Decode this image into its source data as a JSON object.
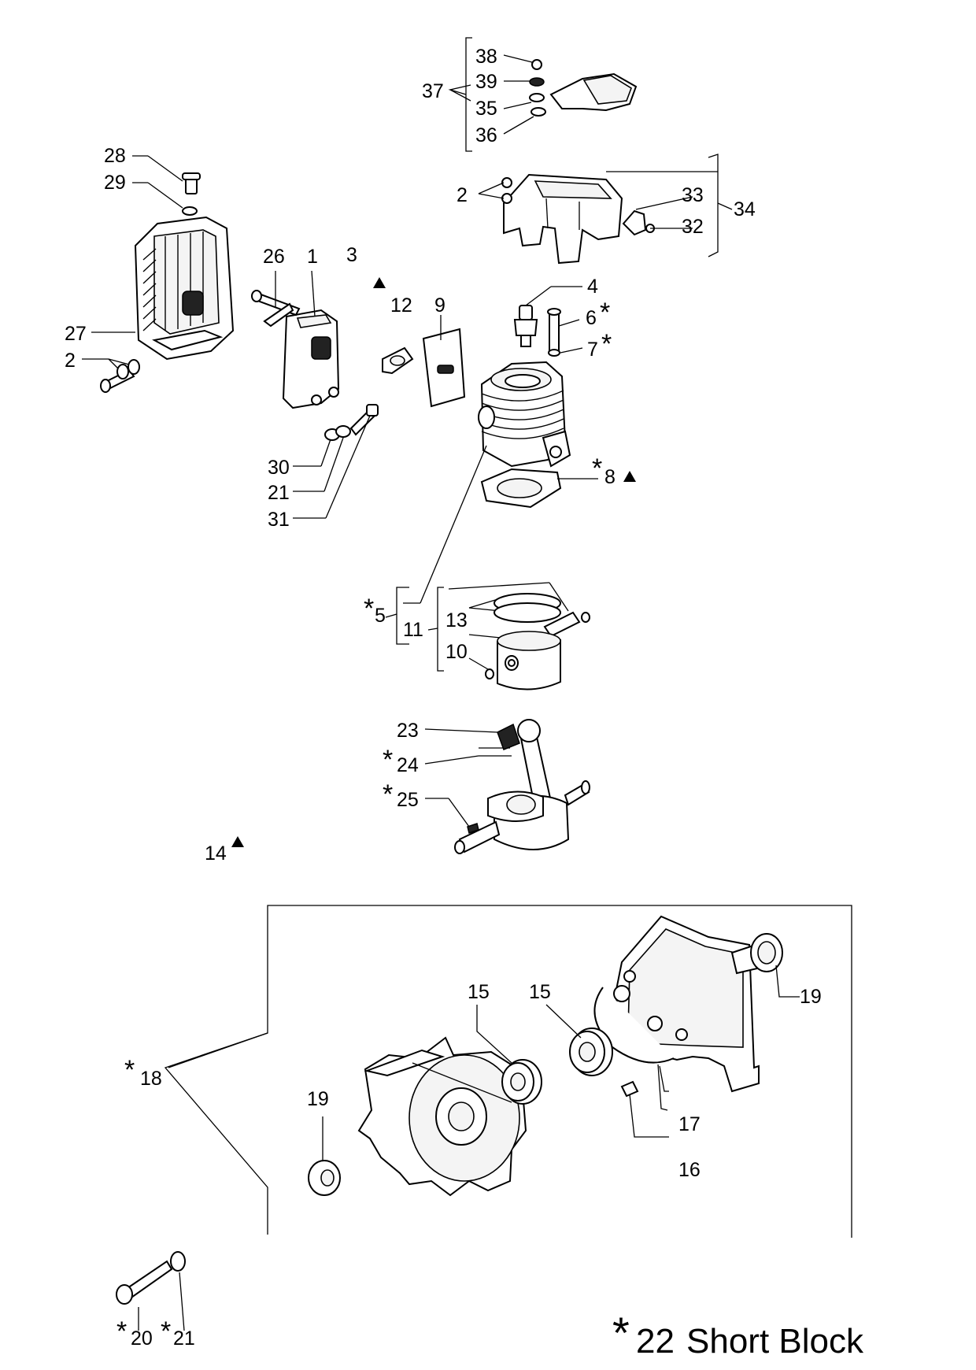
{
  "labels": {
    "l38": "38",
    "l39": "39",
    "l35": "35",
    "l36": "36",
    "l37": "37",
    "l28": "28",
    "l29": "29",
    "l2a": "2",
    "l33": "33",
    "l32": "32",
    "l34": "34",
    "l26": "26",
    "l1": "1",
    "l3": "3",
    "l12": "12",
    "l9": "9",
    "l4": "4",
    "l6": "6",
    "l7": "7",
    "l27": "27",
    "l2b": "2",
    "l30": "30",
    "l21a": "21",
    "l31": "31",
    "l8": "8",
    "l5": "5",
    "l11": "11",
    "l13": "13",
    "l10": "10",
    "l23": "23",
    "l24": "24",
    "l25": "25",
    "l14": "14",
    "l15a": "15",
    "l15b": "15",
    "l19a": "19",
    "l19b": "19",
    "l18": "18",
    "l17": "17",
    "l16": "16",
    "l20": "20",
    "l21b": "21",
    "l22": "22",
    "short_block": "Short Block"
  },
  "symbols": {
    "asterisk": "*"
  },
  "icons": [
    "triangle-marker",
    "cylinder",
    "piston",
    "crankshaft",
    "crankcase-half",
    "muffler",
    "muffler-cover",
    "spark-plug",
    "bearing",
    "bolt"
  ]
}
